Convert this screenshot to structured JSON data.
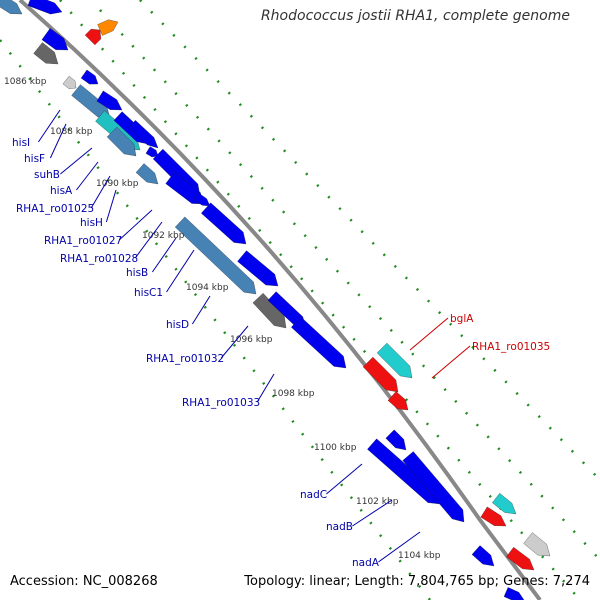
{
  "title": "Rhodococcus jostii RHA1, complete genome",
  "footer": {
    "accession": "Accession: NC_008268",
    "topology": "Topology: linear; Length: 7,804,765 bp; Genes: 7,274"
  },
  "colors": {
    "backbone": "#888888",
    "tick_dots": "#228b22",
    "forward_gene": "#0000ee",
    "forward_gene_alt": "#4682b4",
    "forward_gene_cyan": "#20c0c0",
    "forward_gene_gray": "#666666",
    "reverse_gene": "#ee1111",
    "reverse_gene_cyan": "#22cccc",
    "label_blue": "#0000aa",
    "label_red": "#cc0000"
  },
  "ticks": [
    "1086 kbp",
    "1088 kbp",
    "1090 kbp",
    "1092 kbp",
    "1094 kbp",
    "1096 kbp",
    "1098 kbp",
    "1100 kbp",
    "1102 kbp",
    "1104 kbp"
  ],
  "gene_labels_left": [
    "hisI",
    "hisF",
    "suhB",
    "hisA",
    "RHA1_ro01025",
    "hisH",
    "RHA1_ro01027",
    "RHA1_ro01028",
    "hisB",
    "hisC1",
    "hisD",
    "RHA1_ro01032",
    "RHA1_ro01033",
    "nadC",
    "nadB",
    "nadA"
  ],
  "gene_labels_right": [
    "bglA",
    "RHA1_ro01035"
  ]
}
